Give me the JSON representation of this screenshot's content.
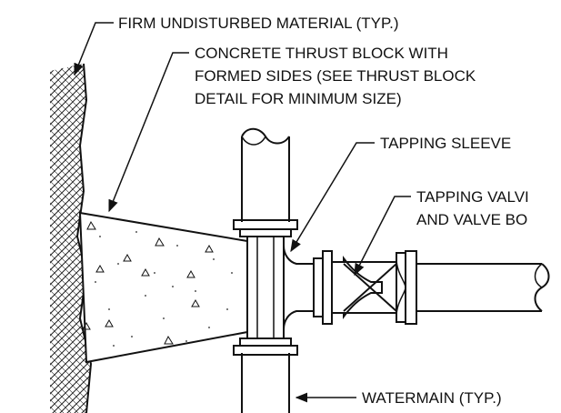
{
  "labels": {
    "firm_material": "FIRM UNDISTURBED MATERIAL (TYP.)",
    "thrust_block_line1": "CONCRETE THRUST BLOCK WITH",
    "thrust_block_line2": "FORMED SIDES (SEE THRUST BLOCK",
    "thrust_block_line3": "DETAIL FOR MINIMUM SIZE)",
    "tapping_sleeve": "TAPPING SLEEVE",
    "tapping_valve_line1": "TAPPING VALVI",
    "tapping_valve_line2": "AND VALVE BO",
    "watermain": "WATERMAIN (TYP.)"
  },
  "colors": {
    "line": "#111111",
    "background": "#ffffff",
    "soil_hatch": "#222222",
    "concrete_speckle": "#555555"
  }
}
